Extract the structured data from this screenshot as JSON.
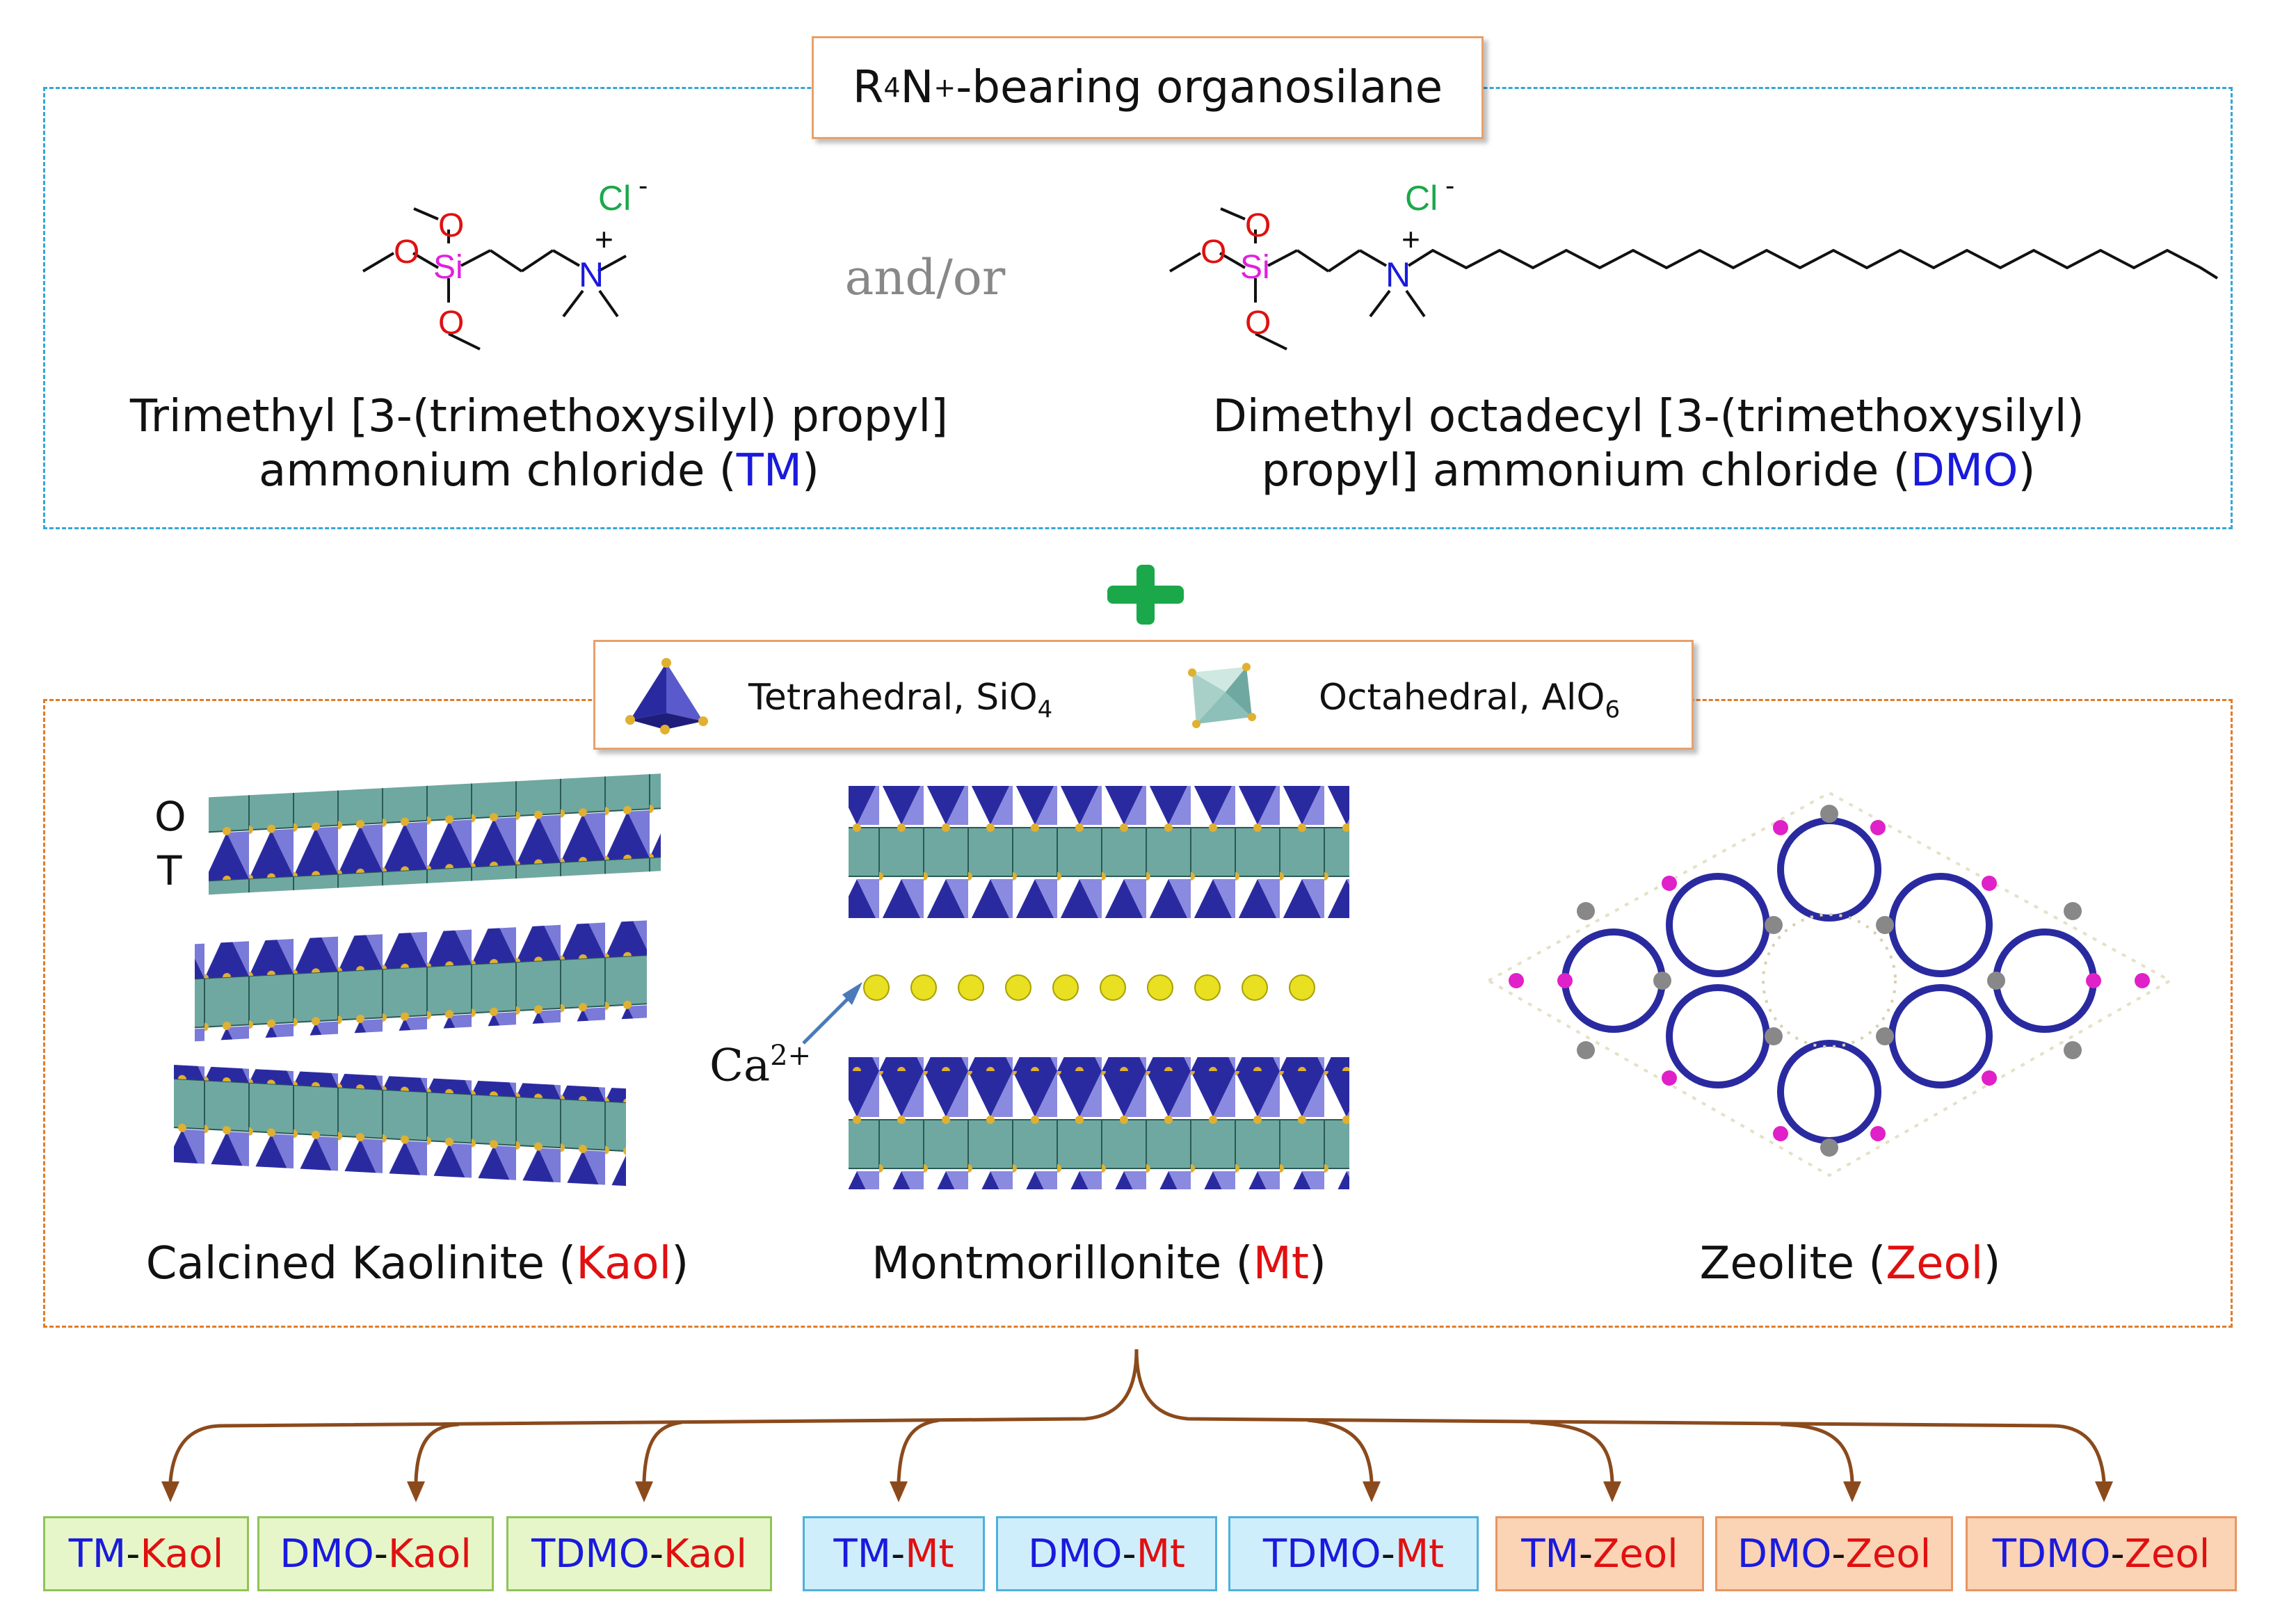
{
  "header": {
    "r4n_prefix": "R",
    "r4n_sub": "4",
    "r4n_n": "N",
    "r4n_sup": "+",
    "rest": "-bearing organosilane"
  },
  "molecules": {
    "atom_o": "O",
    "atom_si": "Si",
    "atom_n": "N",
    "atom_cl": "Cl",
    "charge_minus": "-",
    "charge_plus": "+",
    "connector": "and/or",
    "tm": {
      "line1": "Trimethyl [3-(trimethoxysilyl) propyl]",
      "line2_pre": "ammonium chloride (",
      "abbr": "TM",
      "line2_post": ")"
    },
    "dmo": {
      "line1": "Dimethyl octadecyl [3-(trimethoxysilyl)",
      "line2_pre": "propyl] ammonium chloride (",
      "abbr": "DMO",
      "line2_post": ")"
    }
  },
  "plus_sign": "+",
  "legend": {
    "tetra_label": "Tetrahedral, SiO",
    "tetra_sub": "4",
    "octa_label": "Octahedral, AlO",
    "octa_sub": "6"
  },
  "clays": {
    "layer_o": "O",
    "layer_t": "T",
    "ion_label": "Ca",
    "ion_charge": "2+",
    "kaol": {
      "pre": "Calcined Kaolinite (",
      "abbr": "Kaol",
      "post": ")"
    },
    "mt": {
      "pre": "Montmorillonite (",
      "abbr": "Mt",
      "post": ")"
    },
    "zeol": {
      "pre": "Zeolite (",
      "abbr": "Zeol",
      "post": ")"
    }
  },
  "products": [
    {
      "a": "TM",
      "sep": "-",
      "b": "Kaol"
    },
    {
      "a": "DMO",
      "sep": "-",
      "b": "Kaol"
    },
    {
      "a": "TDMO",
      "sep": "-",
      "b": "Kaol"
    },
    {
      "a": "TM",
      "sep": "-",
      "b": "Mt"
    },
    {
      "a": "DMO",
      "sep": "-",
      "b": "Mt"
    },
    {
      "a": "TDMO",
      "sep": "-",
      "b": "Mt"
    },
    {
      "a": "TM",
      "sep": "-",
      "b": "Zeol"
    },
    {
      "a": "DMO",
      "sep": "-",
      "b": "Zeol"
    },
    {
      "a": "TDMO",
      "sep": "-",
      "b": "Zeol"
    }
  ],
  "colors": {
    "blue_frame": "#35a7d6",
    "orange_frame": "#e07c2a",
    "plus_green": "#1aa84a",
    "arrow_brown": "#8b4a1c",
    "abbr_blue": "#1a1adc",
    "abbr_red": "#e01010"
  }
}
